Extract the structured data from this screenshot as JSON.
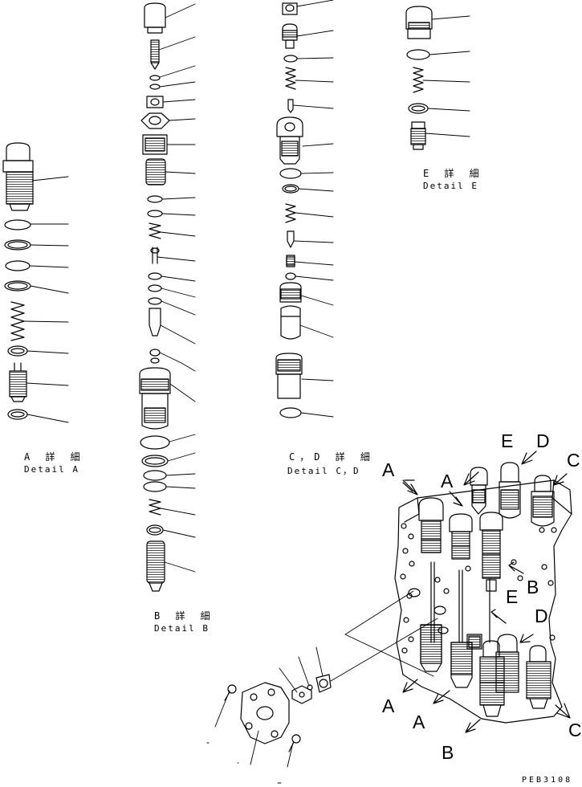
{
  "details": {
    "a": {
      "ja": "A 詳 細",
      "en": "Detail A"
    },
    "b": {
      "ja": "B 詳 細",
      "en": "Detail B"
    },
    "cd": {
      "ja": "C，D 詳 細",
      "en": "Detail C，D"
    },
    "e": {
      "ja": "E 詳 細",
      "en": "Detail E"
    }
  },
  "callouts": {
    "a1": "A",
    "a2": "A",
    "a3": "A",
    "a4": "A",
    "b1": "B",
    "b2": "B",
    "c1": "C",
    "c2": "C",
    "d1": "D",
    "d2": "D",
    "e1": "E",
    "e2": "E"
  },
  "drawing_code": "PEB3108"
}
